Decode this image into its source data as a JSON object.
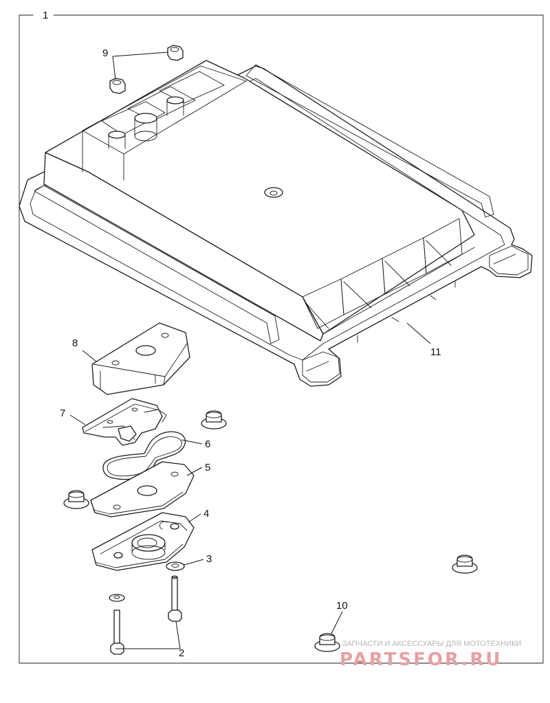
{
  "callouts": {
    "c1": "1",
    "c2": "2",
    "c3": "3",
    "c4": "4",
    "c5": "5",
    "c6": "6",
    "c7": "7",
    "c8": "8",
    "c9": "9",
    "c10": "10",
    "c11": "11"
  },
  "watermark": {
    "tagline": "ЗАПЧАСТИ И АКСЕССУАРЫ ДЛЯ МОТОТЕХНИКИ",
    "brand": "PARTSFOR.RU"
  },
  "colors": {
    "line": "#1a1a1a",
    "watermark_brand": "#e9a0a0",
    "watermark_tagline": "#b5b5b5"
  }
}
